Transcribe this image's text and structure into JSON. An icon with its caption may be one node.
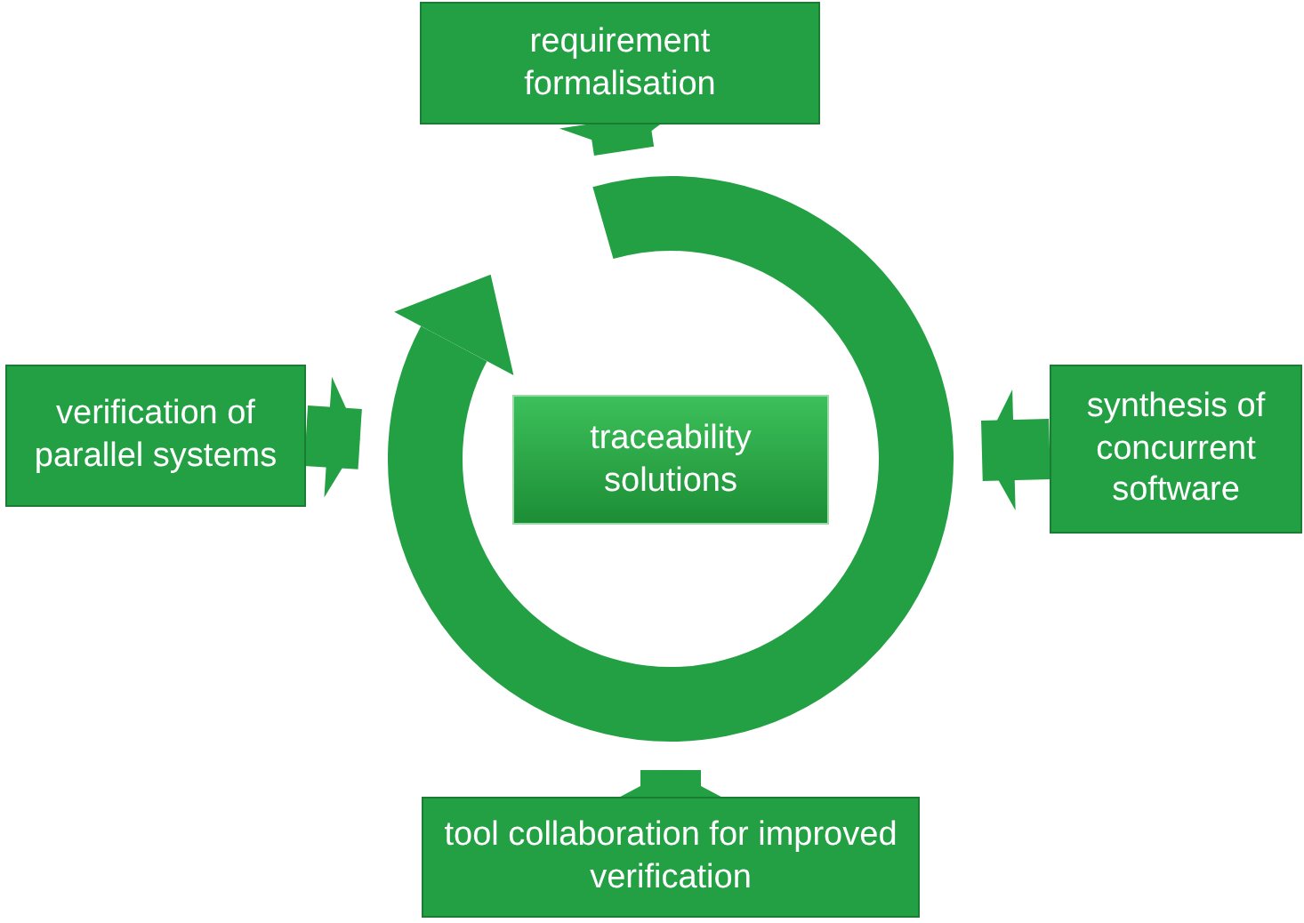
{
  "diagram": {
    "nodes": [
      {
        "text": [
          "requirement formalisation"
        ]
      },
      {
        "text": [
          "verification of parallel systems"
        ]
      },
      {
        "text": [],
        "shape": "circle"
      },
      {
        "text": [
          "traceability solutions"
        ],
        "in": 2
      },
      {
        "text": [
          "synthesis of concurrent software"
        ]
      },
      {
        "text": [
          "tool collaboration for improved verification"
        ]
      }
    ],
    "edges": [
      {
        "from": 0,
        "to": 2,
        "arrow": "to"
      },
      {
        "from": 1,
        "to": 2,
        "arrow": "to"
      },
      {
        "from": 4,
        "to": 2,
        "arrow": "to"
      },
      {
        "from": 5,
        "to": 2,
        "arrow": "to"
      }
    ]
  }
}
